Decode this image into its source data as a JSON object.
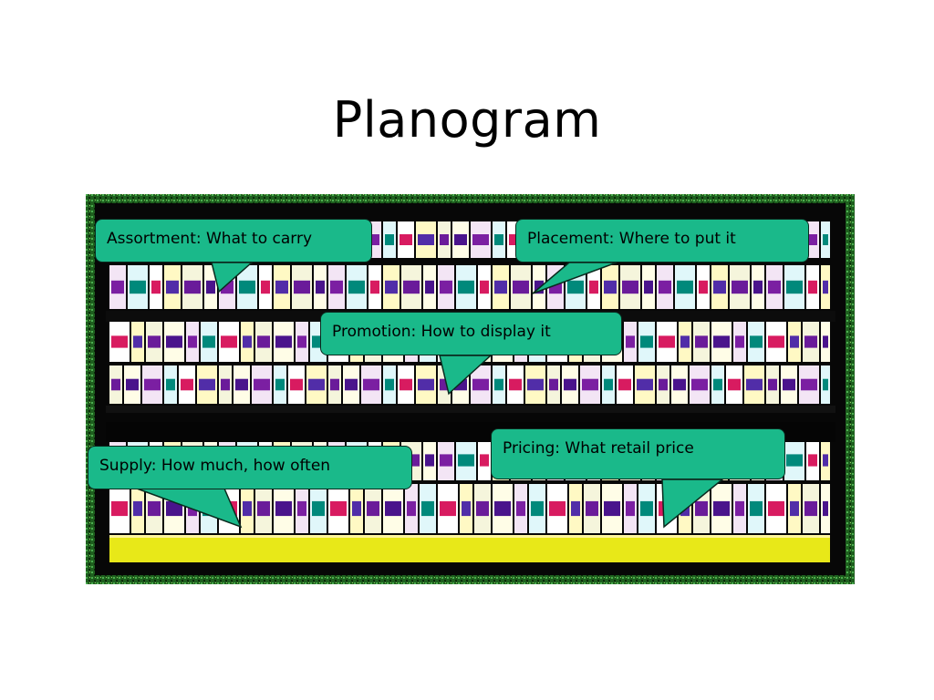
{
  "slide": {
    "title": "Planogram",
    "image_description_icon": "store-shelf-photo"
  },
  "callouts": {
    "assortment": "Assortment: What to carry",
    "placement": "Placement: Where to put it",
    "promotion": "Promotion: How to display it",
    "supply": "Supply: How much, how often",
    "pricing": "Pricing: What retail price"
  },
  "colors": {
    "callout_fill": "#1ab98a",
    "shelf_edge": "#e8e818",
    "photo_border": "#2e7d32"
  }
}
